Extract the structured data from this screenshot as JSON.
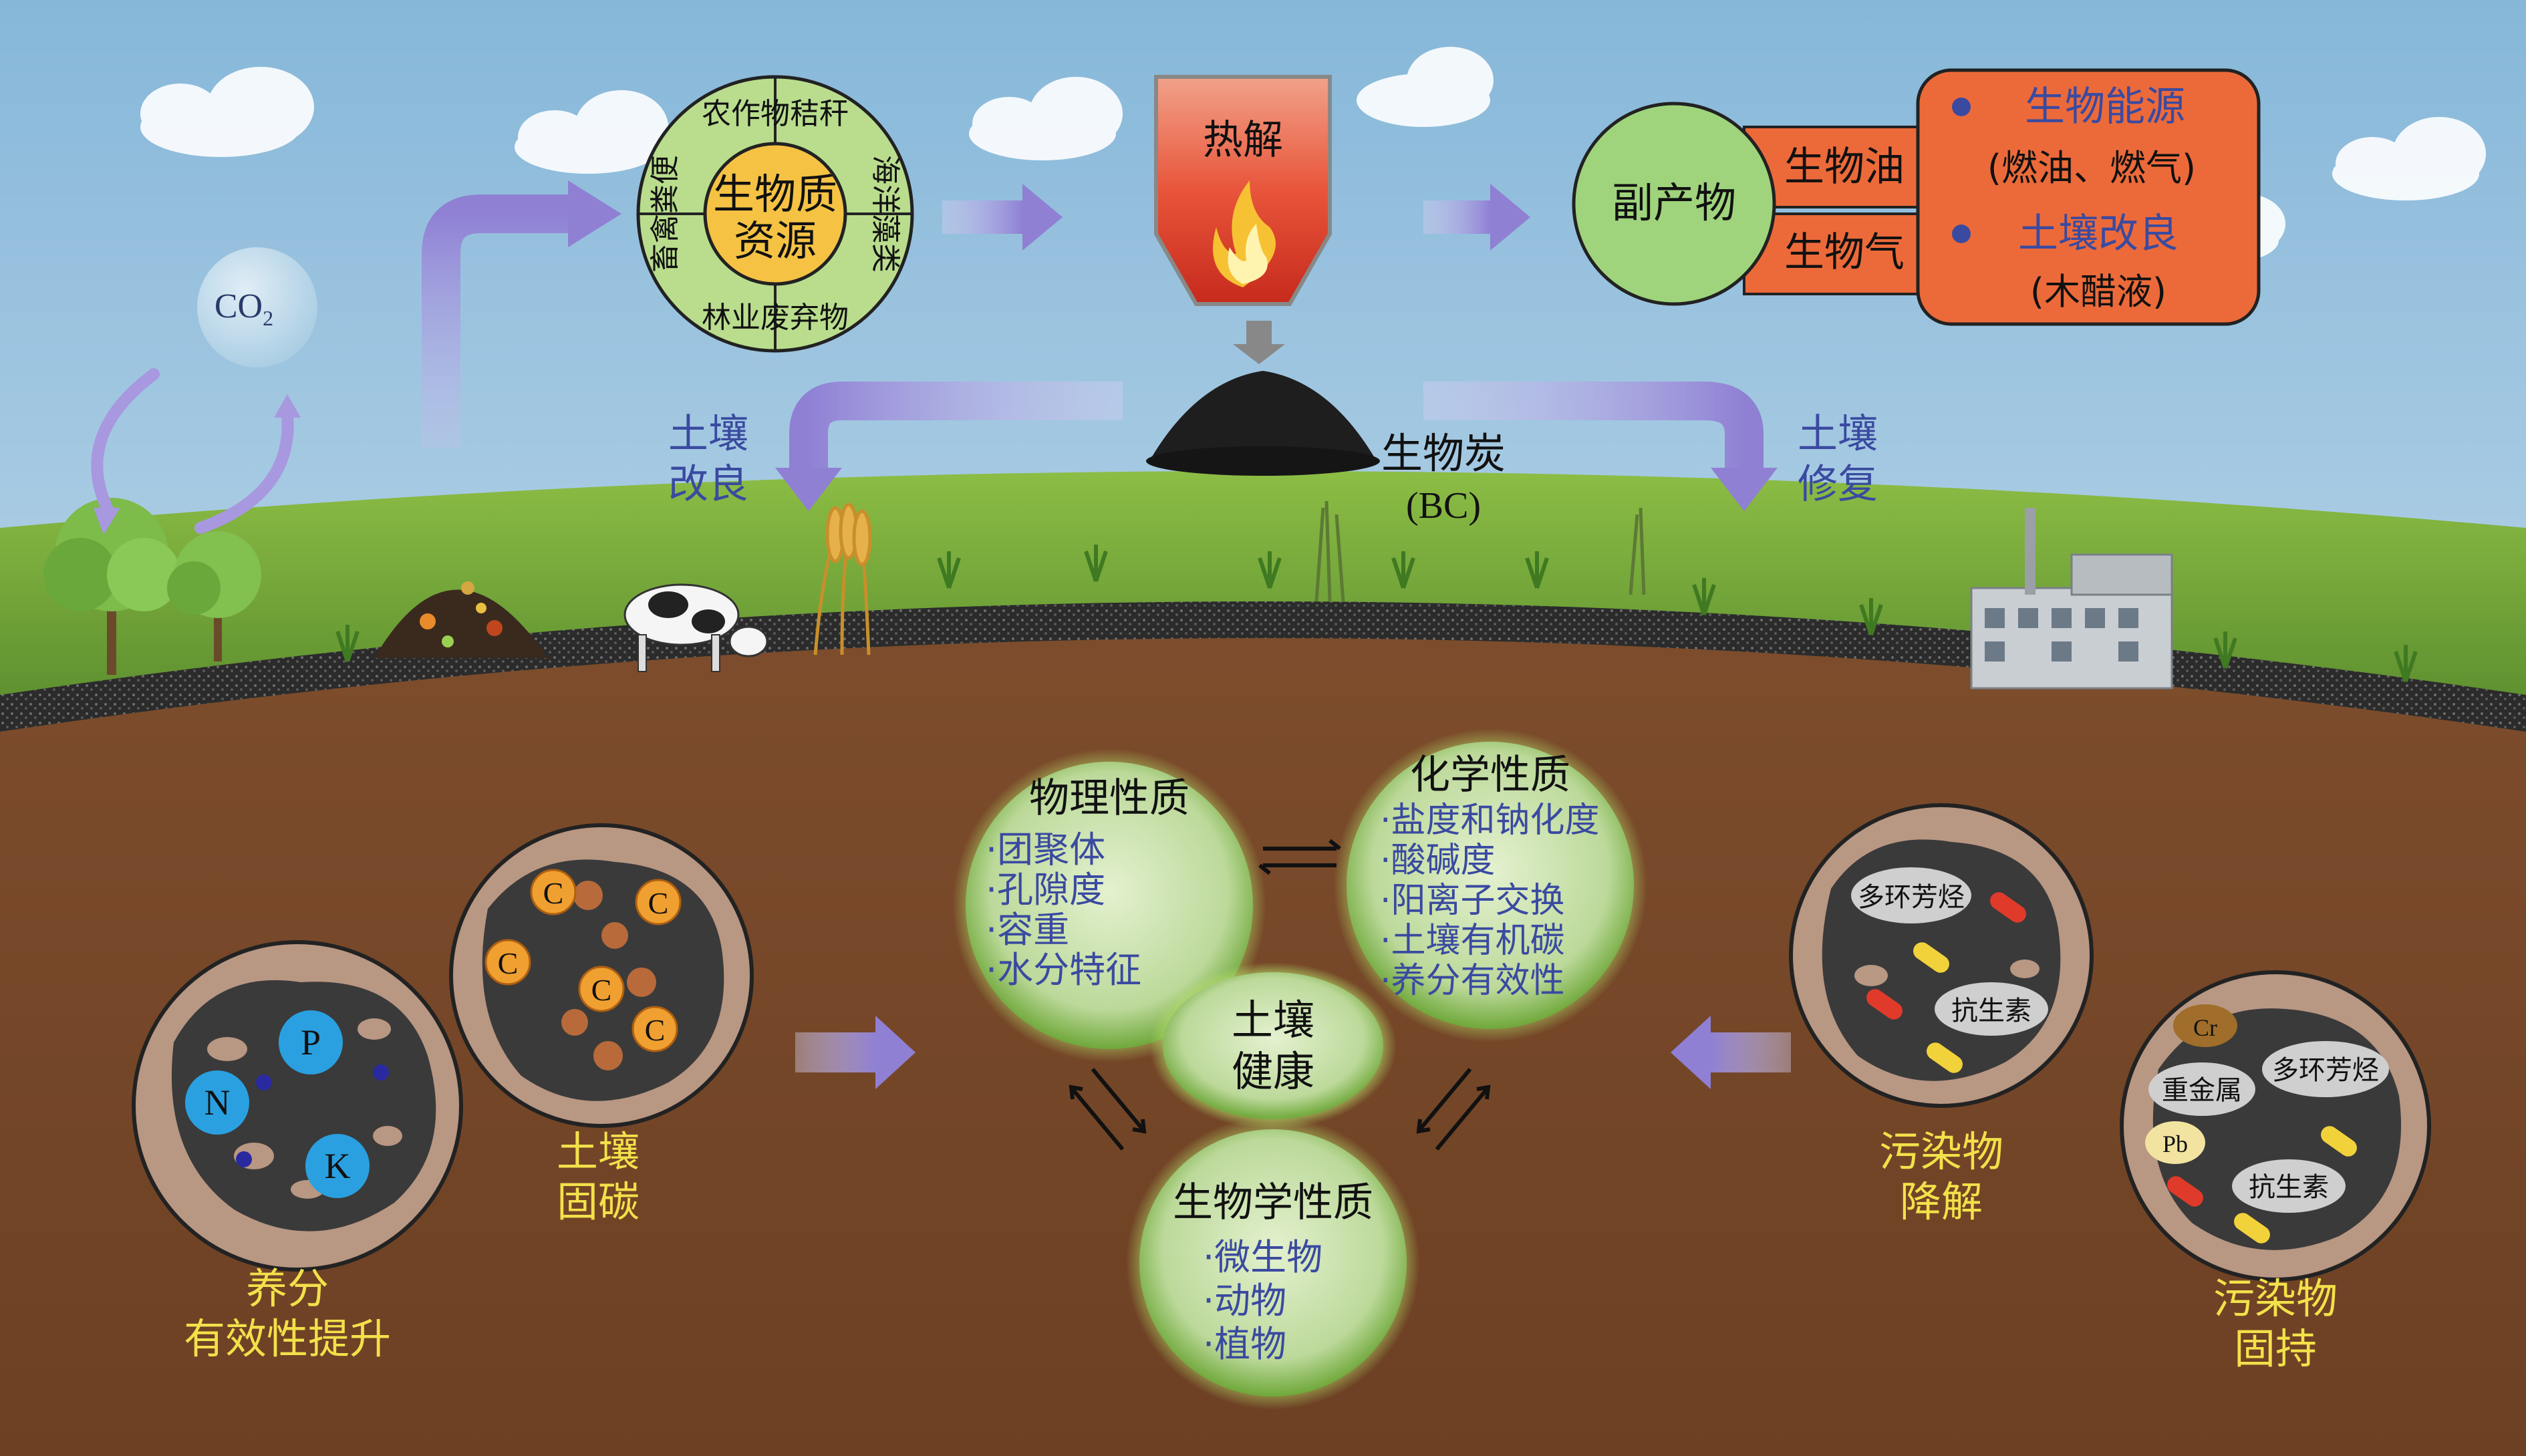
{
  "colors": {
    "sky_top": "#7fb2d6",
    "sky_bottom": "#dbe8f0",
    "grass": "#7dae3b",
    "soil": "#7a4a2a",
    "soil_border": "#2a2a2a",
    "arrow": "#9c8fd6",
    "circle_green": "#b8d98c",
    "label_blue": "#3a4aa0",
    "label_yellow": "#f2e14a",
    "byproduct_orange": "#ec6a3a",
    "biomass_yellow": "#f5c244"
  },
  "top": {
    "co2": "CO",
    "co2_sub": "2",
    "biomass": {
      "center_line1": "生物质",
      "center_line2": "资源",
      "top": "农作物秸秆",
      "right": "海洋藻类",
      "bottom": "林业废弃物",
      "left": "畜禽粪便"
    },
    "pyrolysis": "热解",
    "biochar": "生物炭",
    "biochar_abbr": "(BC)",
    "byproduct": "副产物",
    "bio_oil": "生物油",
    "bio_gas": "生物气",
    "energy_title": "生物能源",
    "energy_detail": "(燃油、燃气)",
    "soil_improve_title": "土壤改良",
    "soil_improve_detail": "(木醋液)",
    "left_arrow_label_1": "土壤",
    "left_arrow_label_2": "改良",
    "right_arrow_label_1": "土壤",
    "right_arrow_label_2": "修复"
  },
  "soil_section": {
    "physical": {
      "title": "物理性质",
      "items": [
        "·团聚体",
        "·孔隙度",
        "·容重",
        "·水分特征"
      ]
    },
    "chemical": {
      "title": "化学性质",
      "items": [
        "·盐度和钠化度",
        "·酸碱度",
        "·阳离子交换",
        "·土壤有机碳",
        "·养分有效性"
      ]
    },
    "biological": {
      "title": "生物学性质",
      "items": [
        "·微生物",
        "·动物",
        "·植物"
      ]
    },
    "health": {
      "line1": "土壤",
      "line2": "健康"
    },
    "nutrient": {
      "n": "N",
      "p": "P",
      "k": "K",
      "label1": "养分",
      "label2": "有效性提升"
    },
    "carbon": {
      "c": "C",
      "label1": "土壤",
      "label2": "固碳"
    },
    "degradation": {
      "pah": "多环芳烃",
      "antibiotic": "抗生素",
      "label1": "污染物",
      "label2": "降解"
    },
    "retention": {
      "cr": "Cr",
      "pb": "Pb",
      "heavy_metal": "重金属",
      "pah": "多环芳烃",
      "antibiotic": "抗生素",
      "label1": "污染物",
      "label2": "固持"
    }
  }
}
